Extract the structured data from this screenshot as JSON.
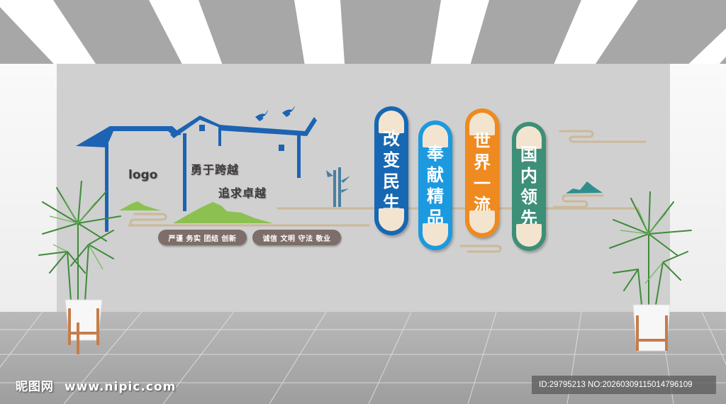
{
  "wall": {
    "logo": "logo",
    "slogans": [
      "勇于跨越",
      "追求卓越"
    ],
    "pills": [
      "严谨 务实 团结 创新",
      "诚信 文明 守法 敬业"
    ],
    "banners": [
      {
        "chars": [
          "改",
          "变",
          "民",
          "生"
        ],
        "color": "#1768b3"
      },
      {
        "chars": [
          "奉",
          "献",
          "精",
          "品"
        ],
        "color": "#1b9ae0"
      },
      {
        "chars": [
          "世",
          "界",
          "一",
          "流"
        ],
        "color": "#ee8a1f"
      },
      {
        "chars": [
          "国",
          "内",
          "领",
          "先"
        ],
        "color": "#3d8f78"
      }
    ],
    "colors": {
      "house": "#1c63b3",
      "mountain_green": "#8cc152",
      "mountain_teal": "#2f8f8f",
      "cloud_line": "#cbb99a",
      "pill_bg": "#7d6e69",
      "wall": "#d0d0d0"
    }
  },
  "watermark": {
    "site_name": "昵图网",
    "url": "www.nipic.com"
  },
  "id_box": {
    "text": "ID:29795213 NO:20260309115014796109"
  }
}
